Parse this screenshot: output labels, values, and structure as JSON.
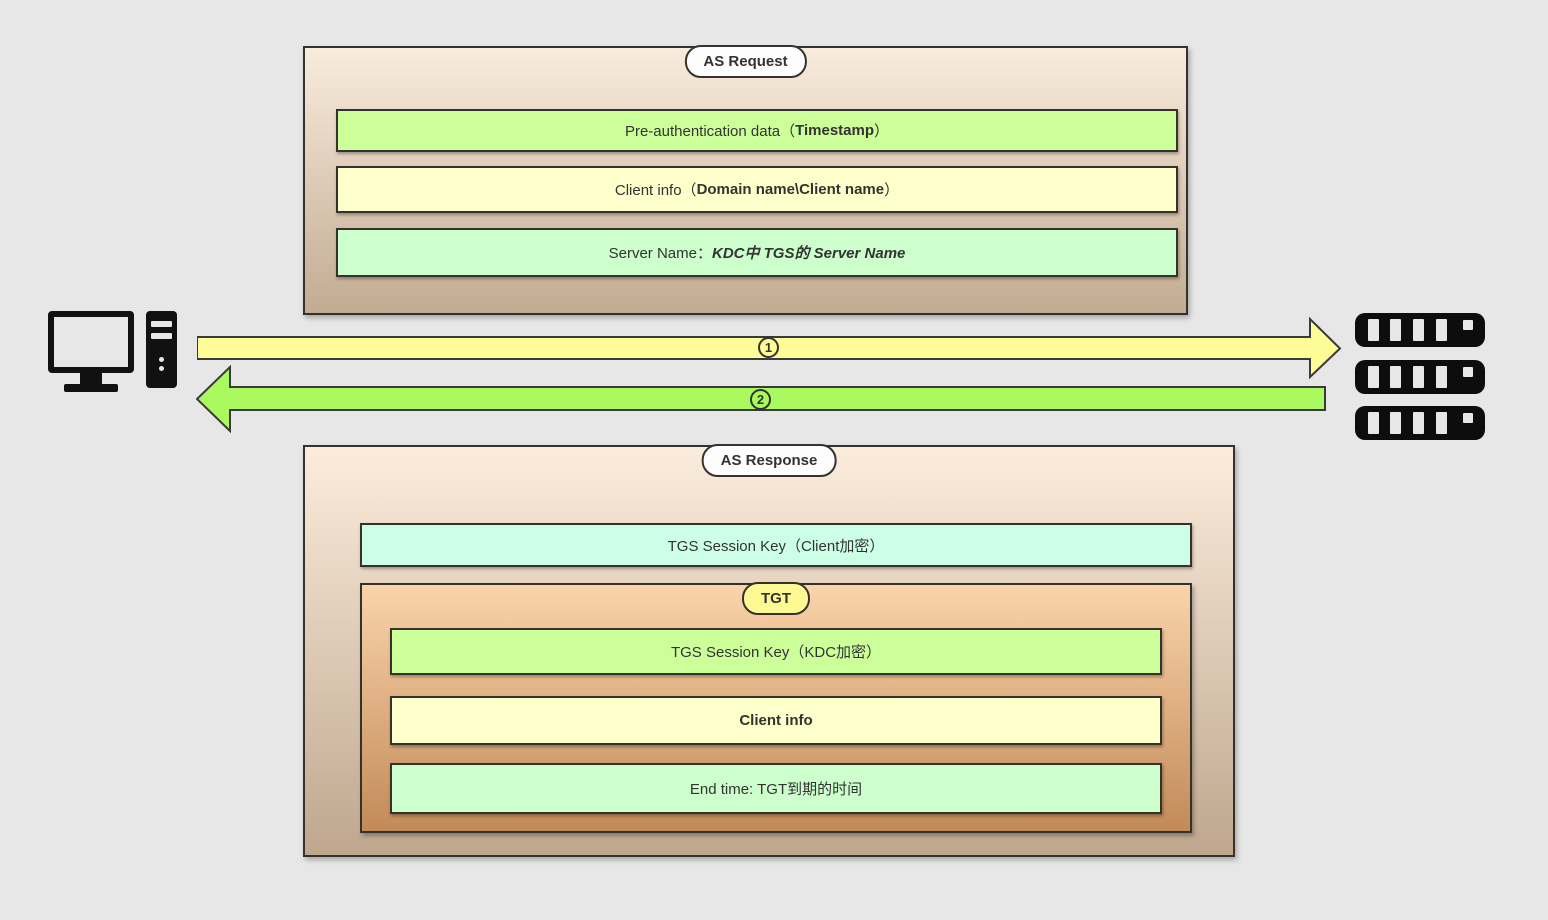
{
  "page": {
    "background": "#e7e7e7"
  },
  "as_request": {
    "title": "AS Request",
    "rows": [
      {
        "prefix": "Pre-authentication data（",
        "emphasis": "Timestamp",
        "suffix": "）",
        "bg": "#ccff99"
      },
      {
        "prefix": "Client info（",
        "emphasis": "Domain name\\Client name",
        "suffix": "）",
        "bg": "#ffffcc"
      },
      {
        "prefix": "Server Name：",
        "emphasis": "KDC中 TGS的 Server Name",
        "suffix": "",
        "bg": "#ccffcc"
      }
    ]
  },
  "arrows": {
    "request": {
      "label": "1",
      "color": "#fdfc96",
      "direction": "right"
    },
    "response": {
      "label": "2",
      "color": "#aafa5f",
      "direction": "left"
    }
  },
  "as_response": {
    "title": "AS Response",
    "session_key_row": {
      "text": "TGS Session Key（Client加密）",
      "bg": "#ccffe6"
    },
    "tgt": {
      "title": "TGT",
      "title_bg": "#fdf993",
      "rows": [
        {
          "text": "TGS Session Key（KDC加密）",
          "bg": "#ccff99",
          "weight": "normal"
        },
        {
          "text": "Client info",
          "bg": "#ffffcc",
          "weight": "bold"
        },
        {
          "text": "End time: TGT到期的时间",
          "bg": "#ccffcc",
          "weight": "normal"
        }
      ]
    }
  },
  "icons": {
    "client": "client-computer",
    "server": "kdc-server-rack"
  }
}
